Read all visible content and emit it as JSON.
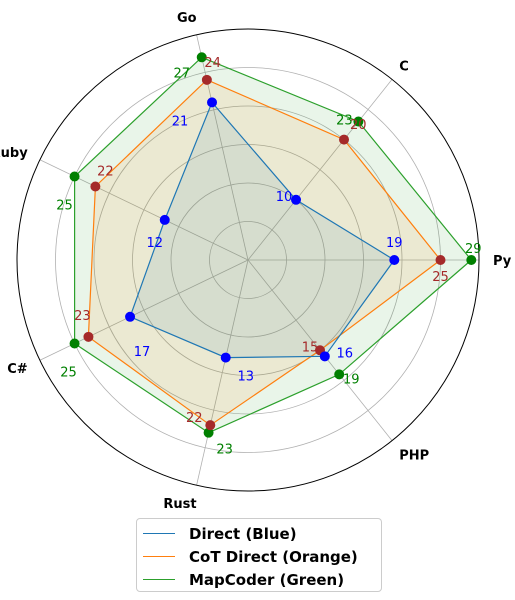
{
  "chart_data": {
    "type": "radar",
    "categories": [
      "Py",
      "C",
      "Go",
      "Ruby",
      "C#",
      "Rust",
      "PHP"
    ],
    "rlim": [
      0,
      30
    ],
    "rgrid": [
      5,
      10,
      15,
      20,
      25
    ],
    "grid": true,
    "legend_position": "bottom",
    "series": [
      {
        "name": "Direct (Blue)",
        "values": [
          19,
          10,
          21,
          12,
          17,
          13,
          16
        ],
        "color": "#1f77b4",
        "marker_color": "#0000ff",
        "label_color": "#0000ff"
      },
      {
        "name": "CoT Direct (Orange)",
        "values": [
          25,
          20,
          24,
          22,
          23,
          22,
          15
        ],
        "color": "#ff7f0e",
        "marker_color": "#a52a2a",
        "label_color": "#a52a2a"
      },
      {
        "name": "MapCoder (Green)",
        "values": [
          29,
          23,
          27,
          25,
          25,
          23,
          19
        ],
        "color": "#2ca02c",
        "marker_color": "#008000",
        "label_color": "#008000"
      }
    ]
  }
}
